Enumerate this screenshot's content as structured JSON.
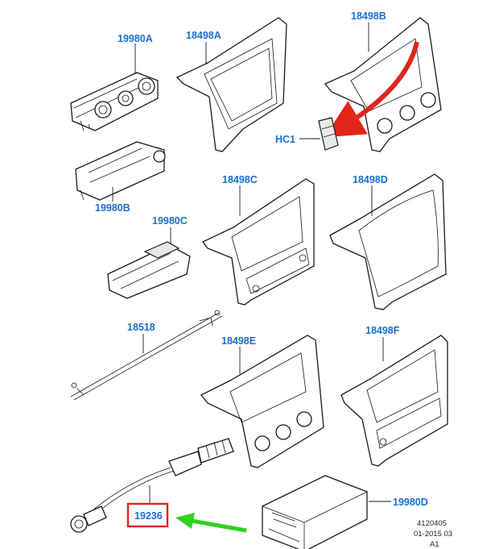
{
  "labels": {
    "l19980A": "19980A",
    "l18498A": "18498A",
    "l18498B": "18498B",
    "lHC1": "HC1",
    "l19980B": "19980B",
    "l19980C": "19980C",
    "l18498C": "18498C",
    "l18498D": "18498D",
    "l18518": "18518",
    "l18498E": "18498E",
    "l18498F": "18498F",
    "l19236": "19236",
    "l19980D": "19980D"
  },
  "footer": {
    "ref": "4120405",
    "date": "01-2015 03",
    "rev": "A1"
  },
  "colors": {
    "label": "#1a6fd0",
    "highlight_box": "#e0261c",
    "arrow_red": "#e0261c",
    "arrow_green": "#2fd21f"
  }
}
